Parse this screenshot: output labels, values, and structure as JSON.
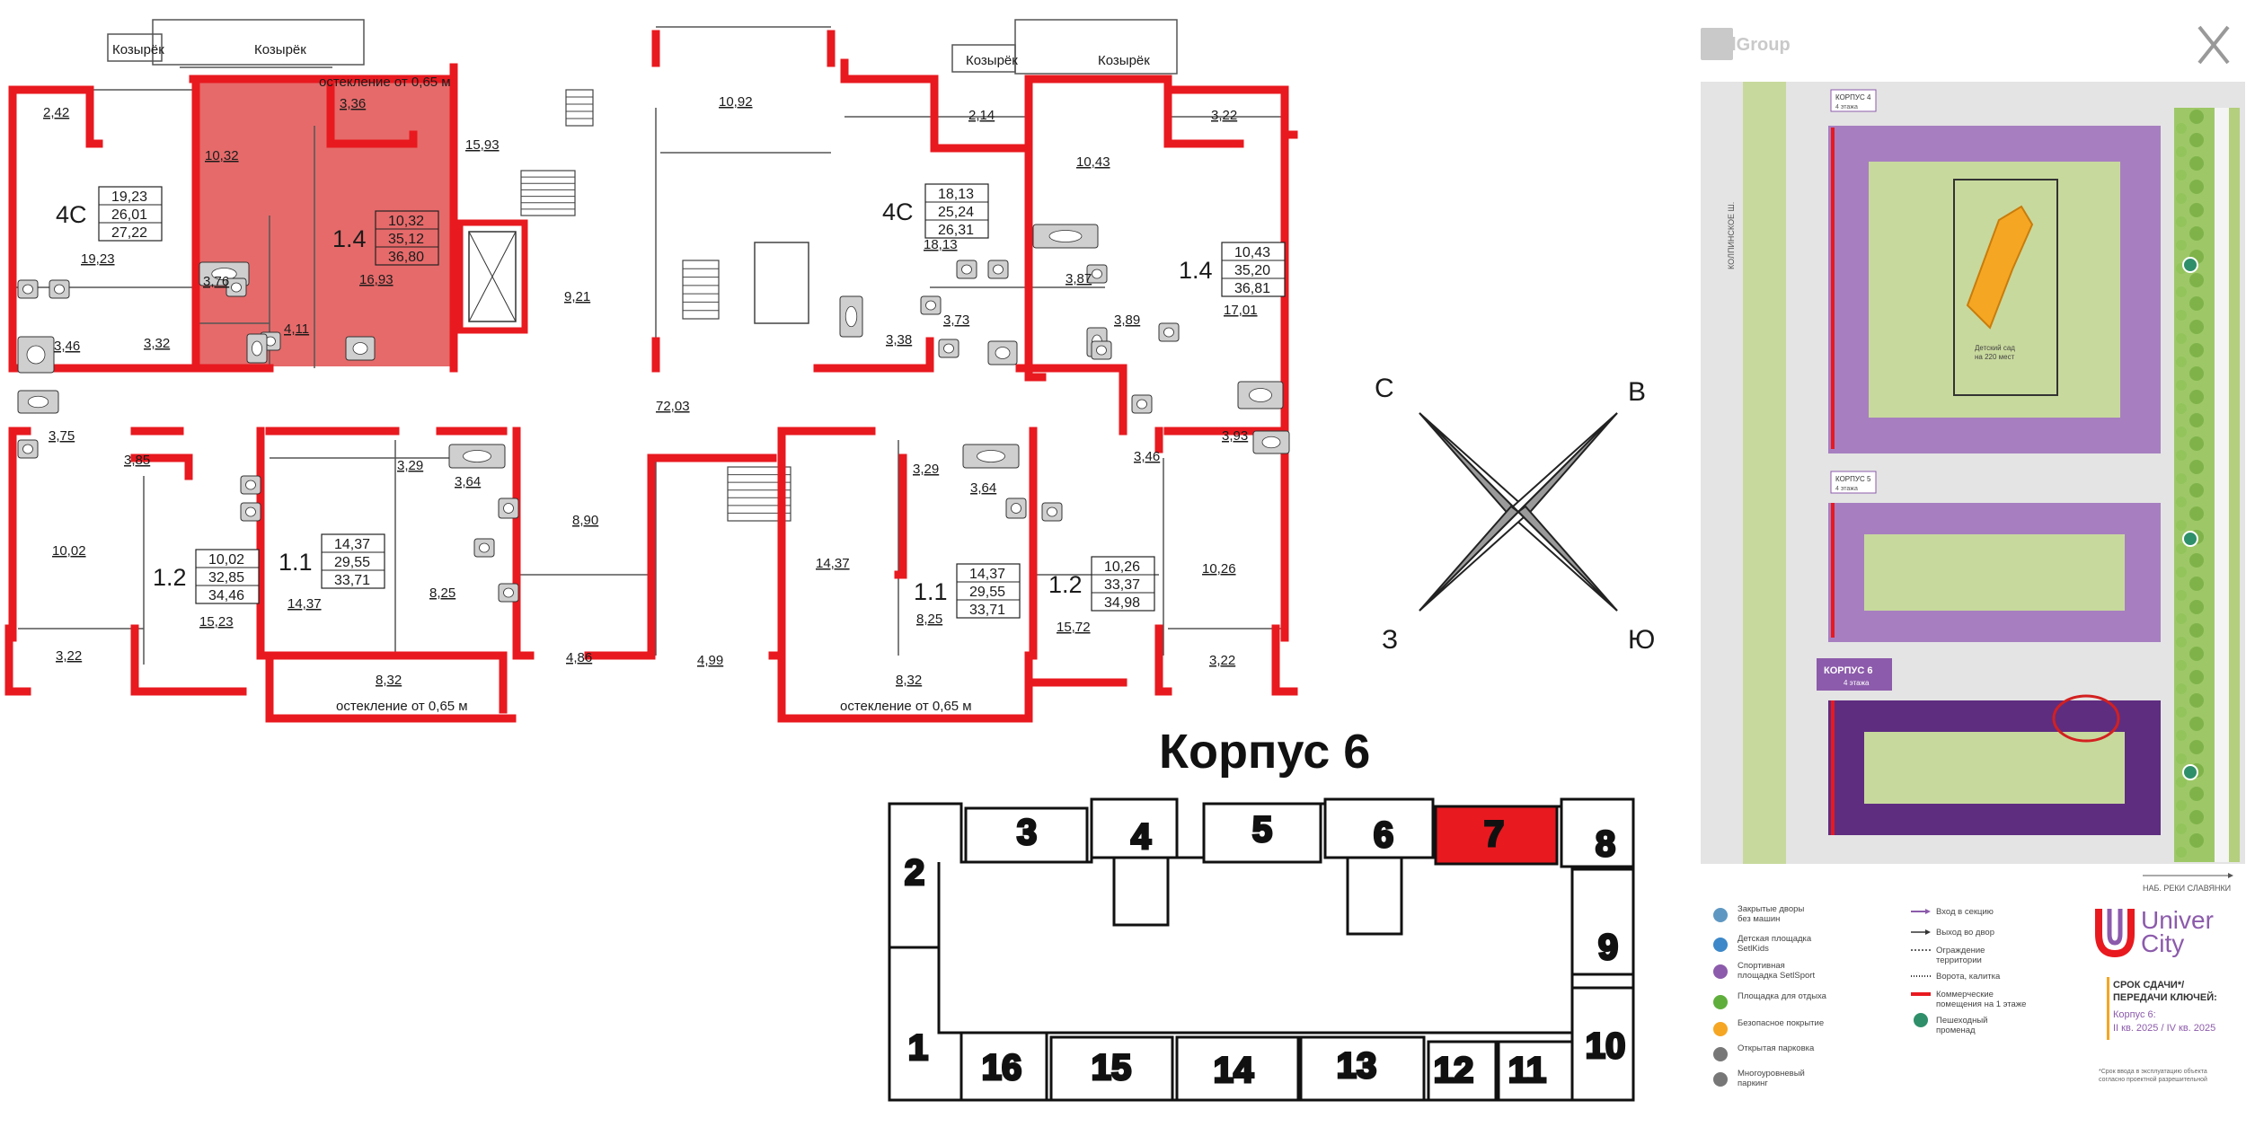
{
  "plan": {
    "canopies": [
      "Козырёк",
      "Козырёк",
      "Козырёк",
      "Козырёк"
    ],
    "glazing_small": "остекление от 0,65 м",
    "glazing": [
      "остекление от 0,65 м",
      "остекление от 0,65 м"
    ],
    "rooms": {
      "r_242": "2,42",
      "r_1032": "10,32",
      "r_336": "3,36",
      "r_1593": "15,93",
      "r_1092": "10,92",
      "r_214": "2,14",
      "r_1043": "10,43",
      "r_322a": "3,22",
      "r_1923": "19,23",
      "r_376": "3,76",
      "r_411": "4,11",
      "r_1693": "16,93",
      "r_921": "9,21",
      "r_1813": "18,13",
      "r_387": "3,87",
      "r_373": "3,73",
      "r_338": "3,38",
      "r_389": "3,89",
      "r_1701": "17,01",
      "r_346a": "3,46",
      "r_332": "3,32",
      "r_7203": "72,03",
      "r_375": "3,75",
      "r_385": "3,85",
      "r_393": "3,93",
      "r_346b": "3,46",
      "r_329a": "3,29",
      "r_364a": "3,64",
      "r_890": "8,90",
      "r_329b": "3,29",
      "r_364b": "3,64",
      "r_1002": "10,02",
      "r_1437a": "14,37",
      "r_1437b": "14,37",
      "r_825a": "8,25",
      "r_1026": "10,26",
      "r_1523": "15,23",
      "r_825b": "8,25",
      "r_1572": "15,72",
      "r_486": "4,86",
      "r_499": "4,99",
      "r_322b": "3,22",
      "r_322c": "3,22",
      "r_832a": "8,32",
      "r_832b": "8,32"
    },
    "apartments": [
      {
        "type": "4С",
        "a": "19,23",
        "b": "26,01",
        "c": "27,22"
      },
      {
        "type": "1.4",
        "a": "10,32",
        "b": "35,12",
        "c": "36,80"
      },
      {
        "type": "4С",
        "a": "18,13",
        "b": "25,24",
        "c": "26,31"
      },
      {
        "type": "1.4",
        "a": "10,43",
        "b": "35,20",
        "c": "36,81"
      },
      {
        "type": "1.2",
        "a": "10,02",
        "b": "32,85",
        "c": "34,46"
      },
      {
        "type": "1.1",
        "a": "14,37",
        "b": "29,55",
        "c": "33,71"
      },
      {
        "type": "1.1",
        "a": "14,37",
        "b": "29,55",
        "c": "33,71"
      },
      {
        "type": "1.2",
        "a": "10,26",
        "b": "33,37",
        "c": "34,98"
      }
    ]
  },
  "compass": {
    "n": "С",
    "e": "В",
    "w": "З",
    "s": "Ю"
  },
  "building": {
    "title": "Корпус 6",
    "sections": [
      "1",
      "2",
      "3",
      "4",
      "5",
      "6",
      "7",
      "8",
      "9",
      "10",
      "11",
      "12",
      "13",
      "14",
      "15",
      "16"
    ],
    "selected": "7"
  },
  "sitemap": {
    "logo": "SetlGroup",
    "road_left": "КОЛПИНСКОЕ Ш.",
    "road_bottom": "НАБ. РЕКИ СЛАВЯНКИ",
    "korpus4": {
      "name": "КОРПУС 4",
      "floors": "4 этажа"
    },
    "korpus5": {
      "name": "КОРПУС 5",
      "floors": "4 этажа"
    },
    "korpus6": {
      "name": "КОРПУС 6",
      "floors": "4 этажа"
    },
    "kindergarten": [
      "Детский сад",
      "на 220 мест"
    ],
    "legend_left": [
      [
        "Закрытые дворы",
        "без машин"
      ],
      [
        "Детская площадка",
        "SetlKids"
      ],
      [
        "Спортивная",
        "площадка SetlSport"
      ],
      [
        "Площадка для отдыха"
      ],
      [
        "Безопасное покрытие"
      ],
      [
        "Открытая парковка"
      ],
      [
        "Многоуровневый",
        "паркинг"
      ]
    ],
    "legend_mid": [
      [
        "Вход в секцию"
      ],
      [
        "Выход во двор"
      ],
      [
        "Ограждение",
        "территории"
      ],
      [
        "Ворота, калитка"
      ],
      [
        "Коммерческие",
        "помещения на 1 этаже"
      ],
      [
        "Пешеходный",
        "променад"
      ]
    ],
    "brand": [
      "Univer",
      "City"
    ],
    "delivery_title": [
      "СРОК СДАЧИ*/",
      "ПЕРЕДАЧИ КЛЮЧЕЙ:"
    ],
    "delivery_korpus": "Корпус 6:",
    "delivery_dates": "II кв. 2025 / IV кв. 2025",
    "footnote": [
      "*Срок ввода в эксплуатацию объекта",
      "согласно проектной разрешительной"
    ]
  },
  "colors": {
    "wall": "#e8191f",
    "highlight": "#e8191f",
    "purple": "#8c5bab",
    "dark_purple": "#5e2d80",
    "green": "#b4cf7d"
  }
}
